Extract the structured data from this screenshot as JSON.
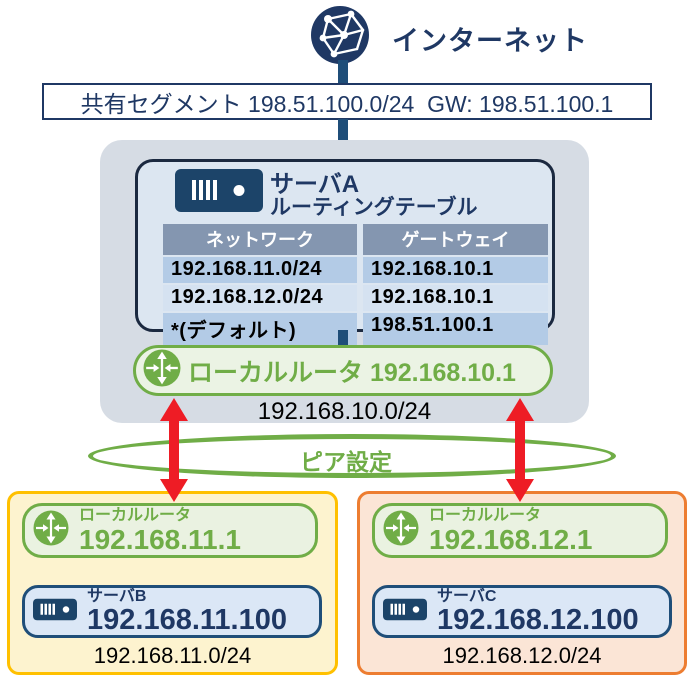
{
  "colors": {
    "navy_text": "#1f3864",
    "navy_fill": "#1f4e79",
    "inner_border": "#1b2940",
    "gray_bg": "#d6dce4",
    "inner_bg": "#dce6f1",
    "table_header_bg": "#8496b0",
    "table_row_dark": "#b3cbe6",
    "table_row_light": "#d5e2f1",
    "green": "#70ad47",
    "green_bg": "#eaf2e1",
    "yellow_border": "#ffc000",
    "yellow_bg": "#fdf3cf",
    "orange_border": "#ed7d31",
    "orange_bg": "#fbe5d6",
    "server_box_bg": "#dbe7f6",
    "red_arrow": "#ee1c25"
  },
  "internet": {
    "label": "インターネット",
    "icon": "globe-network-icon"
  },
  "shared_segment": {
    "label": "共有セグメント 198.51.100.0/24  GW: 198.51.100.1"
  },
  "server_a": {
    "name": "サーバA",
    "subtitle": "ルーティングテーブル",
    "routing_table": {
      "headers": [
        "ネットワーク",
        "ゲートウェイ"
      ],
      "rows": [
        [
          "192.168.11.0/24",
          "192.168.10.1"
        ],
        [
          "192.168.12.0/24",
          "192.168.10.1"
        ],
        [
          "*(デフォルト)",
          "198.51.100.1"
        ]
      ]
    }
  },
  "local_router_a": {
    "label": "ローカルルータ 192.168.10.1"
  },
  "segment_a": {
    "cidr": "192.168.10.0/24"
  },
  "peer_config": {
    "label": "ピア設定"
  },
  "site_b": {
    "router_label": "ローカルルータ",
    "router_ip": "192.168.11.1",
    "server_name": "サーバB",
    "server_ip": "192.168.11.100",
    "cidr": "192.168.11.0/24"
  },
  "site_c": {
    "router_label": "ローカルルータ",
    "router_ip": "192.168.12.1",
    "server_name": "サーバC",
    "server_ip": "192.168.12.100",
    "cidr": "192.168.12.0/24"
  }
}
